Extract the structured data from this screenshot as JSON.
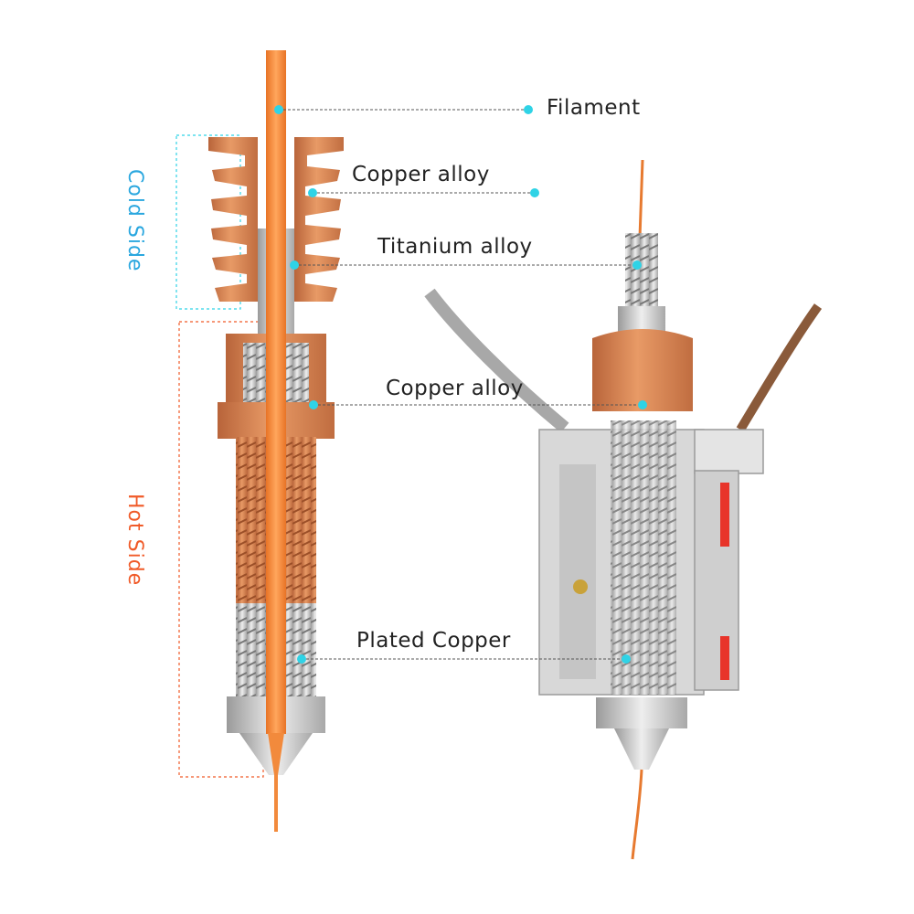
{
  "callouts": {
    "filament": "Filament",
    "cold_copper": "Copper alloy",
    "titanium": "Titanium  alloy",
    "hot_copper": "Copper alloy",
    "plated": "Plated Copper"
  },
  "sides": {
    "cold": "Cold Side",
    "hot": "Hot Side"
  },
  "colors": {
    "copper": "#d9804a",
    "filament": "#f28a3c",
    "dot": "#2fd3e6",
    "cold_label": "#2aa7df",
    "hot_label": "#f05a28",
    "steel": "#c9c9c9",
    "heater_red": "#e8342a"
  }
}
